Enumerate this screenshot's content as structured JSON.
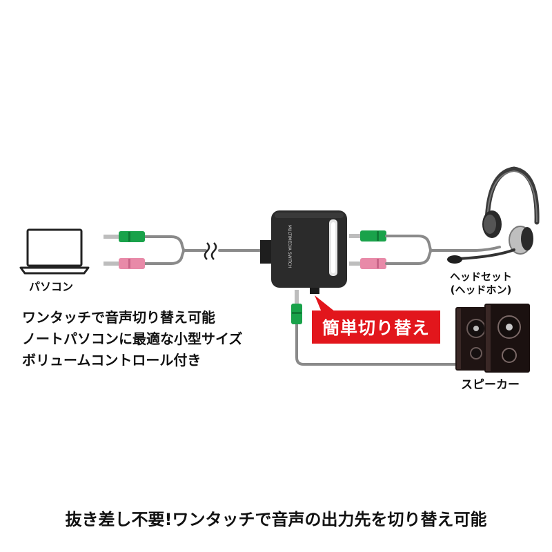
{
  "pc_label": "パソコン",
  "features": [
    "ワンタッチで音声切り替え可能",
    "ノートパソコンに最適な小型サイズ",
    "ボリュームコントロール付き"
  ],
  "headset_label_line1": "ヘッドセット",
  "headset_label_line2": "(ヘッドホン)",
  "speaker_label": "スピーカー",
  "callout_text": "簡単切り替え",
  "device_text": "MULTIMEDIA SWITCH",
  "bottom_caption": "抜き差し不要!ワンタッチで音声の出力先を切り替え可能",
  "colors": {
    "accent_red": "#e2161c",
    "plug_green": "#19a24a",
    "plug_pink": "#e88aa8",
    "cable_gray": "#8a8a8a",
    "device_dark": "#2b2b2b"
  },
  "icons": [
    "laptop-icon",
    "headset-icon",
    "speaker-icon",
    "switch-device-icon"
  ]
}
